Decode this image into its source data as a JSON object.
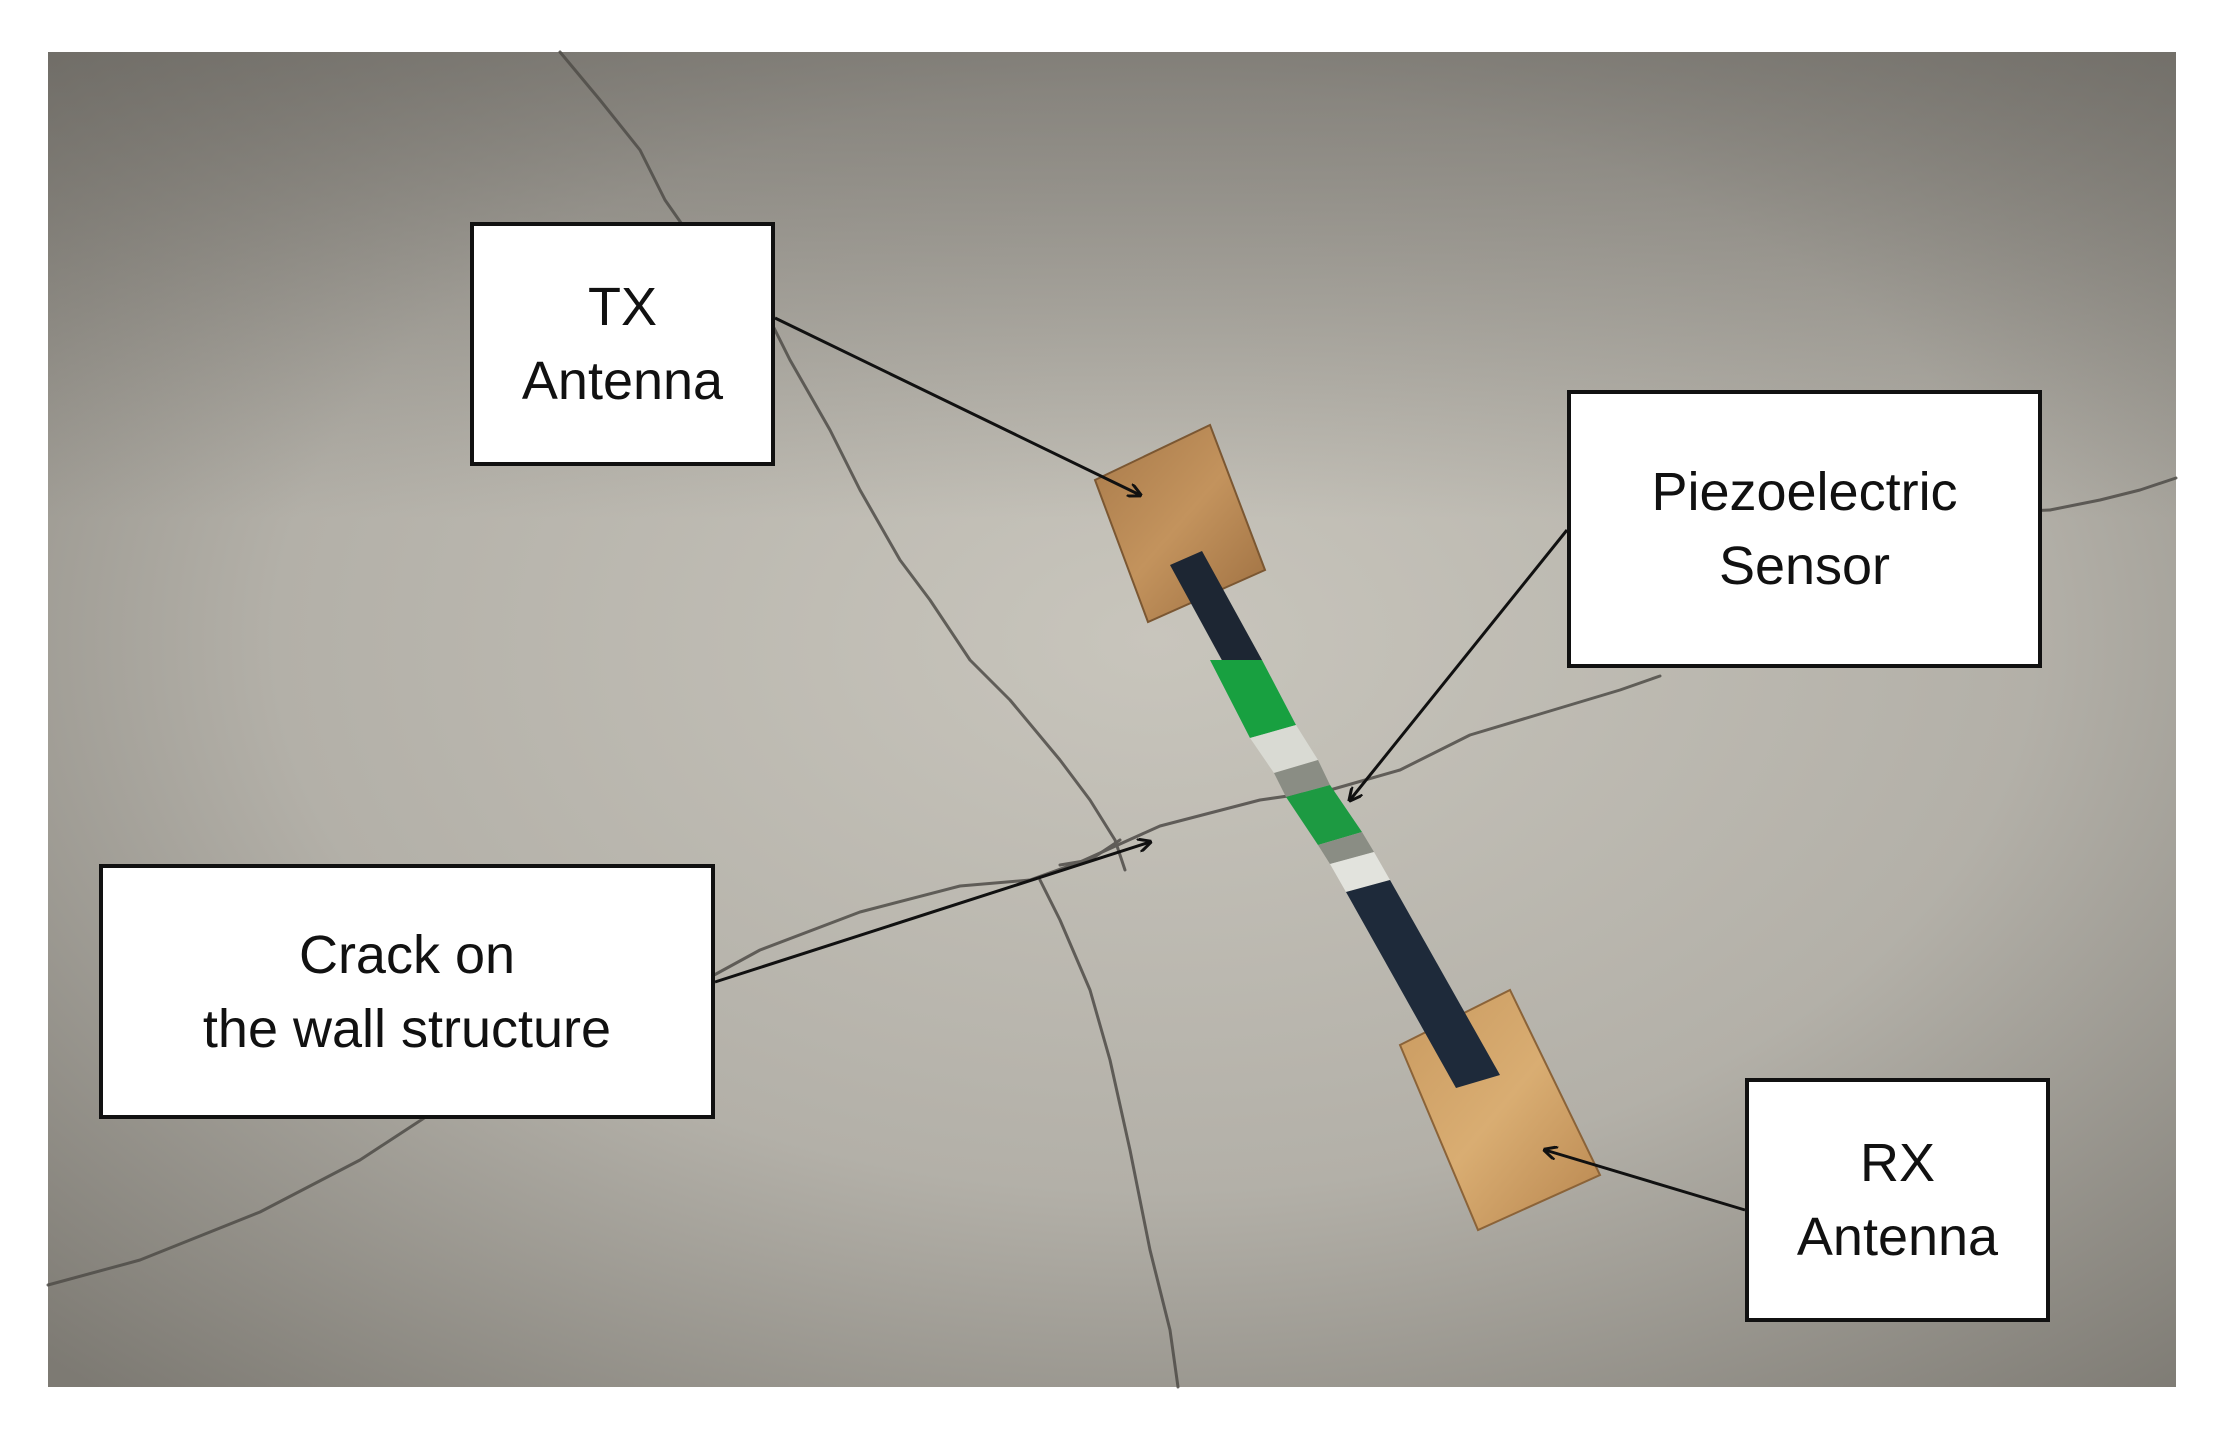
{
  "figure": {
    "description_free": true,
    "labels": {
      "tx_antenna": {
        "line1": "TX",
        "line2": "Antenna"
      },
      "piezoelectric_sensor": {
        "line1": "Piezoelectric",
        "line2": "Sensor"
      },
      "crack": {
        "line1": "Crack on",
        "line2": "the wall structure"
      },
      "rx_antenna": {
        "line1": "RX",
        "line2": "Antenna"
      }
    },
    "colors": {
      "wall_light": "#c4c1b8",
      "wall_dark": "#6f6c66",
      "copper_pad": "#b98a55",
      "sensor_strip_dark": "#1e2a3a",
      "sensor_strip_green": "#1f9a3e",
      "callout_border": "#111111",
      "arrow": "#111111"
    }
  }
}
